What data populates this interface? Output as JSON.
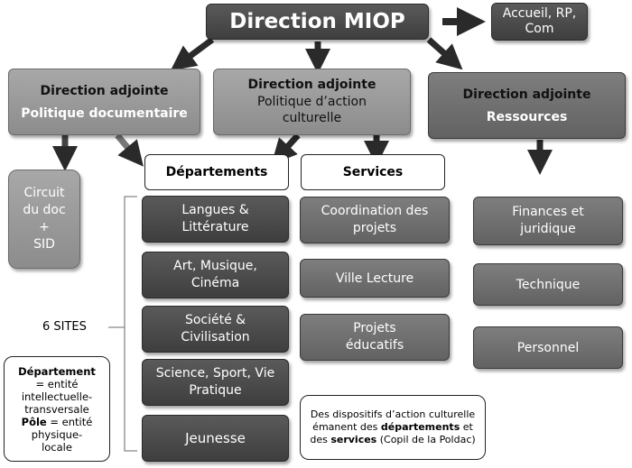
{
  "title": "Direction MIOP",
  "accueil": "Accueil, RP,\nCom",
  "adj_doc": {
    "line1": "Direction adjointe",
    "line2": "Politique documentaire"
  },
  "adj_cult": {
    "line1": "Direction adjointe",
    "line2": "Politique d’action\nculturelle"
  },
  "adj_res": {
    "line1": "Direction adjointe",
    "line2": "Ressources"
  },
  "departements_header": "Départements",
  "services_header": "Services",
  "circuit": "Circuit\ndu doc\n+\nSID",
  "sites": "6 SITES",
  "departements": [
    "Langues &\nLittérature",
    "Art, Musique,\nCinéma",
    "Société &\nCivilisation",
    "Science, Sport, Vie\nPratique",
    "Jeunesse"
  ],
  "services": [
    "Coordination des\nprojets",
    "Ville Lecture",
    "Projets\néducatifs"
  ],
  "ressources": [
    "Finances et\njuridique",
    "Technique",
    "Personnel"
  ],
  "legend": {
    "dep_bold": "Département",
    "dep_def": "= entité\nintellectuelle-\ntransversale",
    "pole_bold": "Pôle",
    "pole_def": " = entité\nphysique-\nlocale"
  },
  "note": {
    "part1": "Des dispositifs d’action culturelle\némanent des ",
    "bold1": "départements",
    "part2": " et\ndes ",
    "bold2": "services",
    "part3": "  (Copil de la Poldac)"
  }
}
